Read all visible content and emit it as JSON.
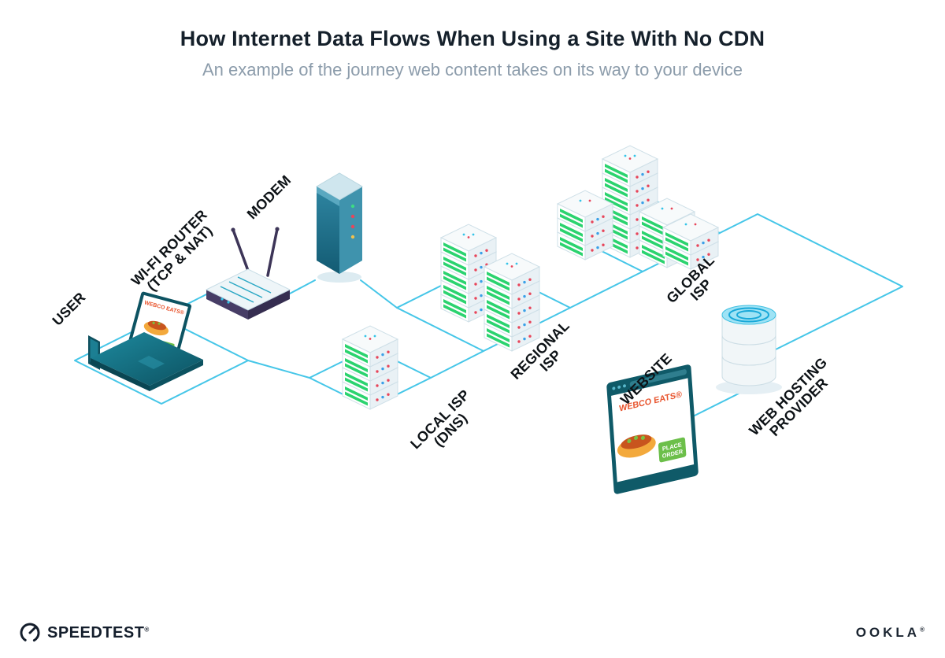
{
  "header": {
    "title": "How Internet Data Flows When Using a Site With No CDN",
    "subtitle": "An example of the journey web content takes on its way to your device"
  },
  "nodes": {
    "user": {
      "label": "USER"
    },
    "wifi_router": {
      "line1": "WI-FI ROUTER",
      "line2": "(TCP & NAT)"
    },
    "modem": {
      "label": "MODEM"
    },
    "local_isp": {
      "line1": "LOCAL ISP",
      "line2": "(DNS)"
    },
    "regional_isp": {
      "line1": "REGIONAL",
      "line2": "ISP"
    },
    "global_isp": {
      "line1": "GLOBAL",
      "line2": "ISP"
    },
    "website": {
      "label": "WEBSITE"
    },
    "web_hosting": {
      "line1": "WEB HOSTING",
      "line2": "PROVIDER"
    }
  },
  "screens": {
    "laptop_brand": "WEBCO EATS®",
    "website_brand": "WEBCO EATS®",
    "website_button_line1": "PLACE",
    "website_button_line2": "ORDER"
  },
  "footer": {
    "speedtest": "SPEEDTEST",
    "speedtest_reg": "®",
    "ookla": "OOKLA",
    "ookla_reg": "®"
  },
  "colors": {
    "connection_line": "#45c6e8",
    "server_green": "#2bd36f",
    "teal_dark": "#0f5a68",
    "brand_orange": "#e8552e",
    "title": "#15202b",
    "subtitle": "#8c9cab"
  },
  "icons": {
    "speedtest_gauge": "gauge-icon"
  }
}
